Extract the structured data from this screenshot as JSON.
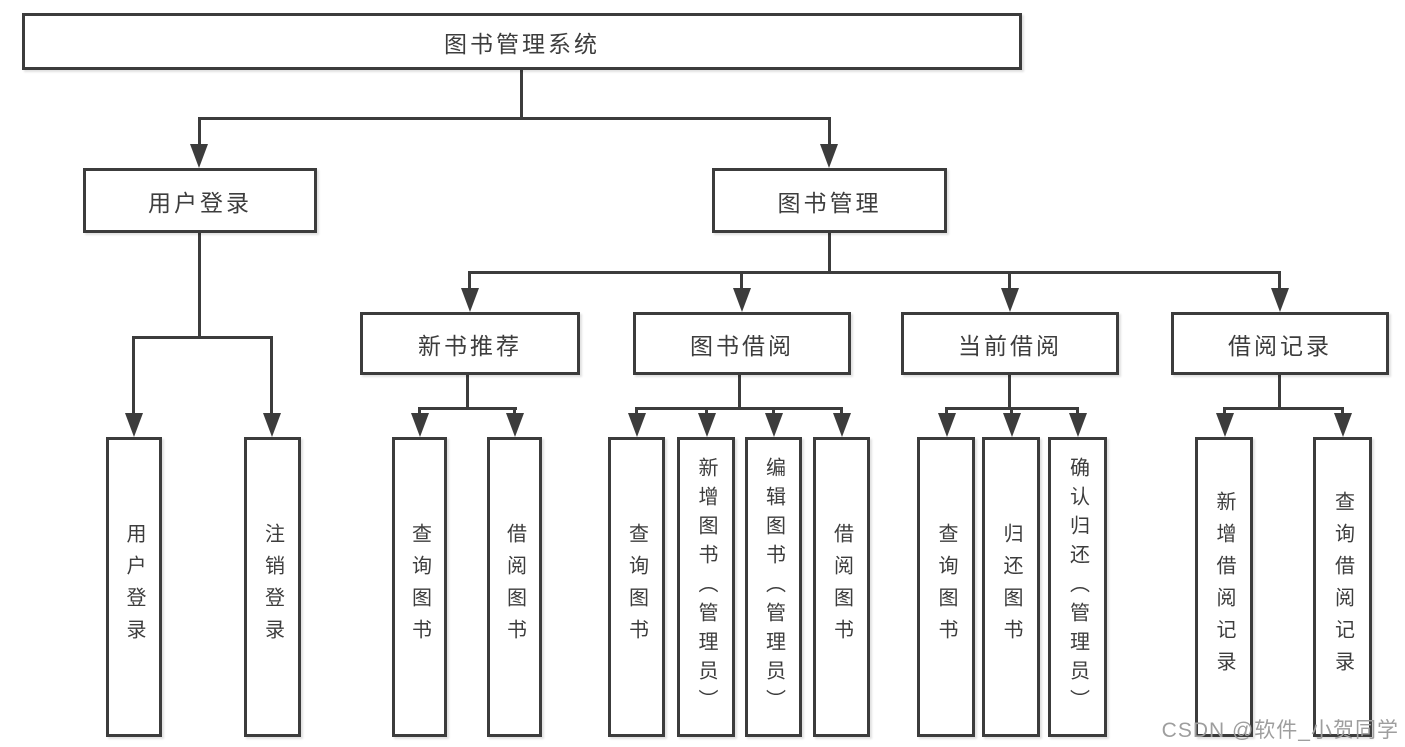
{
  "diagram": {
    "title": "图书管理系统",
    "root": {
      "label": "图书管理系统"
    },
    "branches": [
      {
        "label": "用户登录"
      },
      {
        "label": "图书管理"
      }
    ],
    "modules": [
      {
        "label": "新书推荐"
      },
      {
        "label": "图书借阅"
      },
      {
        "label": "当前借阅"
      },
      {
        "label": "借阅记录"
      }
    ],
    "functions": [
      {
        "label": "用户登录"
      },
      {
        "label": "注销登录"
      },
      {
        "label": "查询图书"
      },
      {
        "label": "借阅图书"
      },
      {
        "label": "查询图书"
      },
      {
        "label": "新增图书（管理员）"
      },
      {
        "label": "编辑图书（管理员）"
      },
      {
        "label": "借阅图书"
      },
      {
        "label": "查询图书"
      },
      {
        "label": "归还图书"
      },
      {
        "label": "确认归还（管理员）"
      },
      {
        "label": "新增借阅记录"
      },
      {
        "label": "查询借阅记录"
      }
    ]
  },
  "watermark": {
    "text": "CSDN @软件_小贺同学"
  },
  "colors": {
    "line": "#3c3c3c",
    "text": "#3d3d3d",
    "background": "#ffffff",
    "watermark": "#9e9e9e"
  }
}
